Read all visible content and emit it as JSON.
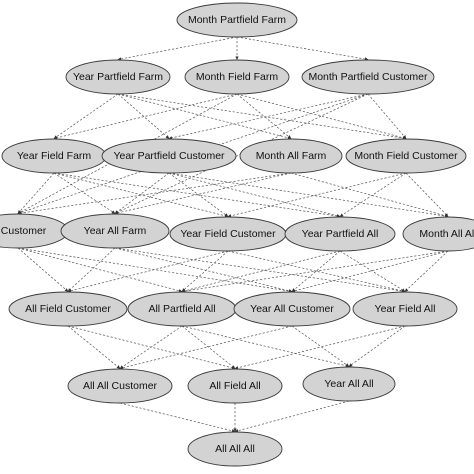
{
  "diagram": {
    "nodes": [
      {
        "id": "n1",
        "label": "Month Partfield Farm"
      },
      {
        "id": "n2",
        "label": "Year Partfield Farm"
      },
      {
        "id": "n3",
        "label": "Month Field Farm"
      },
      {
        "id": "n4",
        "label": "Month Partfield Customer"
      },
      {
        "id": "n5",
        "label": "Year Field Farm"
      },
      {
        "id": "n6",
        "label": "Year Partfield Customer"
      },
      {
        "id": "n7",
        "label": "Month All Farm"
      },
      {
        "id": "n8",
        "label": "Month Field Customer"
      },
      {
        "id": "n9",
        "label": "ld Customer"
      },
      {
        "id": "n10",
        "label": "Year All Farm"
      },
      {
        "id": "n11",
        "label": "Year Field Customer"
      },
      {
        "id": "n12",
        "label": "Year Partfield All"
      },
      {
        "id": "n13",
        "label": "Month All All"
      },
      {
        "id": "n14",
        "label": "All Field Customer"
      },
      {
        "id": "n15",
        "label": "All Partfield All"
      },
      {
        "id": "n16",
        "label": "Year All Customer"
      },
      {
        "id": "n17",
        "label": "Year Field All"
      },
      {
        "id": "n18",
        "label": "All All Customer"
      },
      {
        "id": "n19",
        "label": "All Field All"
      },
      {
        "id": "n20",
        "label": "Year All All"
      },
      {
        "id": "n21",
        "label": "All All All"
      }
    ],
    "edges": [
      [
        "n1",
        "n2"
      ],
      [
        "n1",
        "n3"
      ],
      [
        "n1",
        "n4"
      ],
      [
        "n2",
        "n5"
      ],
      [
        "n2",
        "n6"
      ],
      [
        "n2",
        "n7"
      ],
      [
        "n2",
        "n8"
      ],
      [
        "n3",
        "n5"
      ],
      [
        "n3",
        "n7"
      ],
      [
        "n3",
        "n8"
      ],
      [
        "n3",
        "n9"
      ],
      [
        "n4",
        "n6"
      ],
      [
        "n4",
        "n8"
      ],
      [
        "n4",
        "n9"
      ],
      [
        "n4",
        "n10"
      ],
      [
        "n5",
        "n9"
      ],
      [
        "n5",
        "n10"
      ],
      [
        "n5",
        "n11"
      ],
      [
        "n5",
        "n12"
      ],
      [
        "n6",
        "n10"
      ],
      [
        "n6",
        "n11"
      ],
      [
        "n6",
        "n12"
      ],
      [
        "n6",
        "n13"
      ],
      [
        "n7",
        "n9"
      ],
      [
        "n7",
        "n10"
      ],
      [
        "n7",
        "n13"
      ],
      [
        "n8",
        "n11"
      ],
      [
        "n8",
        "n12"
      ],
      [
        "n8",
        "n13"
      ],
      [
        "n9",
        "n14"
      ],
      [
        "n9",
        "n15"
      ],
      [
        "n9",
        "n16"
      ],
      [
        "n10",
        "n14"
      ],
      [
        "n10",
        "n16"
      ],
      [
        "n10",
        "n17"
      ],
      [
        "n11",
        "n14"
      ],
      [
        "n11",
        "n15"
      ],
      [
        "n11",
        "n17"
      ],
      [
        "n12",
        "n15"
      ],
      [
        "n12",
        "n16"
      ],
      [
        "n12",
        "n17"
      ],
      [
        "n13",
        "n15"
      ],
      [
        "n13",
        "n16"
      ],
      [
        "n13",
        "n17"
      ],
      [
        "n14",
        "n18"
      ],
      [
        "n14",
        "n19"
      ],
      [
        "n15",
        "n18"
      ],
      [
        "n15",
        "n19"
      ],
      [
        "n15",
        "n20"
      ],
      [
        "n16",
        "n18"
      ],
      [
        "n16",
        "n20"
      ],
      [
        "n17",
        "n19"
      ],
      [
        "n17",
        "n20"
      ],
      [
        "n18",
        "n21"
      ],
      [
        "n19",
        "n21"
      ],
      [
        "n20",
        "n21"
      ]
    ]
  }
}
